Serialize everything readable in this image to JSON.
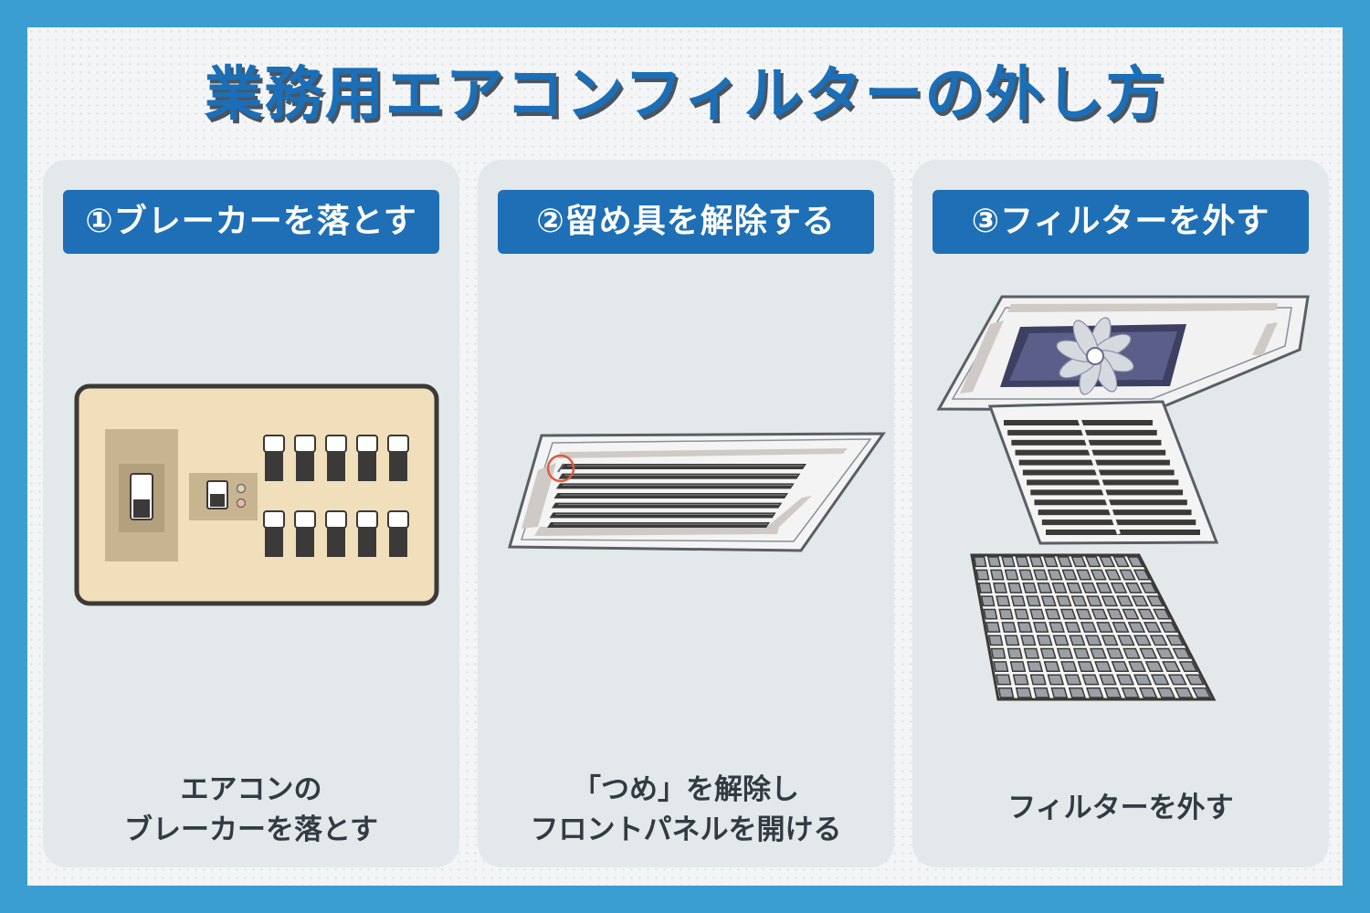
{
  "title": "業務用エアコンフィルターの外し方",
  "steps": [
    {
      "label": "①ブレーカーを落とす",
      "caption_lines": [
        "エアコンの",
        "ブレーカーを落とす"
      ],
      "illustration": "breaker-panel"
    },
    {
      "label": "②留め具を解除する",
      "caption_lines": [
        "「つめ」を解除し",
        "フロントパネルを開ける"
      ],
      "illustration": "ceiling-cassette-front-panel"
    },
    {
      "label": "③フィルターを外す",
      "caption_lines": [
        "フィルターを外す"
      ],
      "illustration": "filter-removal"
    }
  ],
  "colors": {
    "border": "#3a9fd0",
    "title": "#1a6fb8",
    "label_bg": "#1f6fb6",
    "card_bg": "#e3e8ea",
    "highlight_circle": "#e05a3a"
  }
}
